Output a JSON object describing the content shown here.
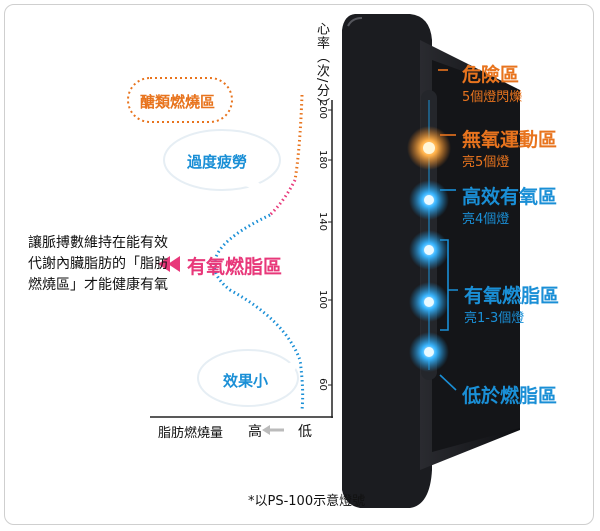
{
  "axis": {
    "y_title": "心率（次/分）",
    "ticks": [
      "200",
      "180",
      "140",
      "100",
      "60"
    ],
    "x_label": "脂肪燃燒量",
    "x_high": "高",
    "x_low": "低"
  },
  "clouds": {
    "sugar": "醣類燃燒區",
    "fatigue": "過度疲勞",
    "effect_small": "效果小"
  },
  "aerobic_label": "有氧燃脂區",
  "note": "讓脈搏數維持在能有效代謝內臟脂肪的「脂肪燃燒區」才能健康有氧",
  "zones": [
    {
      "title": "危險區",
      "sub": "5個燈閃爍",
      "color": "#e8741e"
    },
    {
      "title": "無氧運動區",
      "sub": "亮5個燈",
      "color": "#e8741e"
    },
    {
      "title": "高效有氧區",
      "sub": "亮4個燈",
      "color": "#1a8fd6"
    },
    {
      "title": "有氧燃脂區",
      "sub": "亮1-3個燈",
      "color": "#1a8fd6"
    },
    {
      "title": "低於燃脂區",
      "sub": "",
      "color": "#1a8fd6"
    }
  ],
  "footer": "*以PS-100示意燈號",
  "colors": {
    "orange": "#e8741e",
    "blue": "#1a8fd6",
    "pink": "#e8387a",
    "device": "#1b1c20"
  }
}
